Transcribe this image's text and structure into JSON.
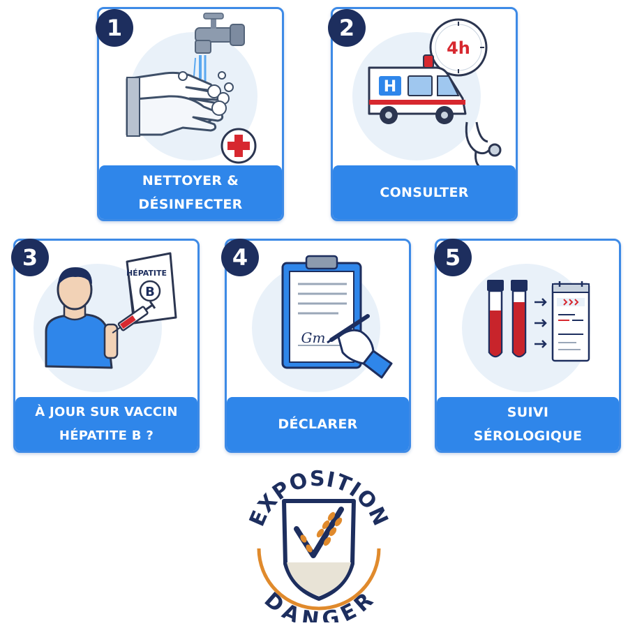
{
  "steps": [
    {
      "number": "1",
      "label": "NETTOYER &\nDÉSINFECTER"
    },
    {
      "number": "2",
      "label": "CONSULTER",
      "clock_text": "4h",
      "ambulance_letter": "H"
    },
    {
      "number": "3",
      "label": "À JOUR SUR VACCIN\nHÉPATITE B ?",
      "card_title": "HÉPATITE",
      "card_letter": "B"
    },
    {
      "number": "4",
      "label": "DÉCLARER",
      "signature": "Gm"
    },
    {
      "number": "5",
      "label": "SUIVI\nSÉROLOGIQUE"
    }
  ],
  "logo": {
    "top_text": "EXPOSITION",
    "bottom_text": "DANGER"
  },
  "colors": {
    "card_border": "#3d8ae6",
    "banner": "#2f86ea",
    "badge": "#1d2e5e",
    "medical_red": "#d7282f",
    "logo_navy": "#1d2e5e",
    "logo_orange": "#e08a2c"
  }
}
